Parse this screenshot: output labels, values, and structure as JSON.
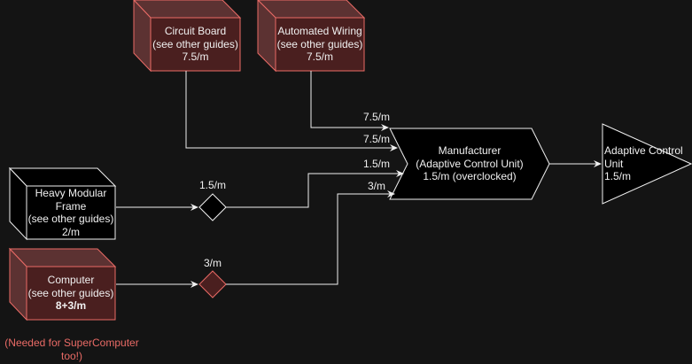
{
  "diagram": {
    "colors": {
      "background": "#141414",
      "red_fill": "#4a1f1f",
      "red_side": "#5c3232",
      "red_stroke": "#ea6b66",
      "black_fill": "#000000",
      "white_stroke": "#f0f0f0",
      "note_text": "#ea6b66"
    },
    "nodes": {
      "circuit_board": {
        "lines": [
          "Circuit Board",
          "(see other guides)",
          "7.5/m"
        ]
      },
      "automated_wiring": {
        "lines": [
          "Automated Wiring",
          "(see other guides)",
          "7.5/m"
        ]
      },
      "heavy_modular_frame": {
        "lines": [
          "Heavy Modular",
          "Frame",
          "(see other guides)",
          "2/m"
        ]
      },
      "computer": {
        "lines": [
          "Computer",
          "(see other guides)",
          "8+3/m"
        ]
      },
      "manufacturer": {
        "lines": [
          "Manufacturer",
          "(Adaptive Control Unit)",
          "1.5/m (overclocked)"
        ]
      },
      "output": {
        "lines": [
          "Adaptive Control",
          "Unit",
          "1.5/m"
        ]
      }
    },
    "splitters": {
      "hmf_split": "1.5/m",
      "computer_split": "3/m"
    },
    "edge_labels": {
      "automated_wiring_in": "7.5/m",
      "circuit_board_in": "7.5/m",
      "hmf_in": "1.5/m",
      "computer_in": "3/m"
    },
    "note": [
      "(Needed for SuperComputer",
      "too!)"
    ]
  }
}
